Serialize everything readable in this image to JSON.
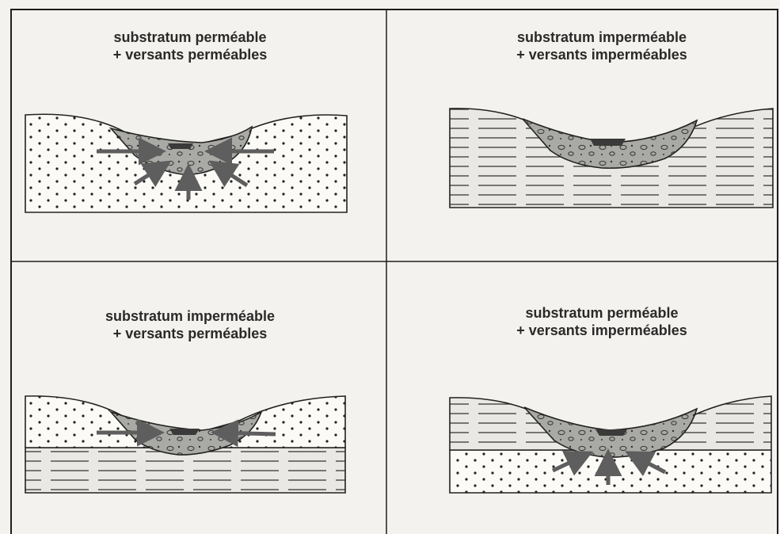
{
  "panels": [
    {
      "key": "top_left",
      "line1": "substratum perméable",
      "line2": "+ versants perméables"
    },
    {
      "key": "top_right",
      "line1": "substratum imperméable",
      "line2": "+ versants imperméables"
    },
    {
      "key": "bottom_left",
      "line1": "substratum imperméable",
      "line2": "+ versants perméables"
    },
    {
      "key": "bottom_right",
      "line1": "substratum perméable",
      "line2": "+ versants imperméables"
    }
  ],
  "colors": {
    "background": "#f4f2ee",
    "frame": "#1e1e1e",
    "permeable_fill": "#fbfaf7",
    "impermeable_fill": "#e9e8e4",
    "alluvium_fill": "#a9a9a5",
    "water": "#3a3a3a",
    "arrow": "#5e5e5e"
  },
  "icons": {
    "permeable": "dot-pattern",
    "impermeable": "horizontal-line-pattern",
    "alluvium": "pebble-pattern",
    "flow": "arrow"
  }
}
